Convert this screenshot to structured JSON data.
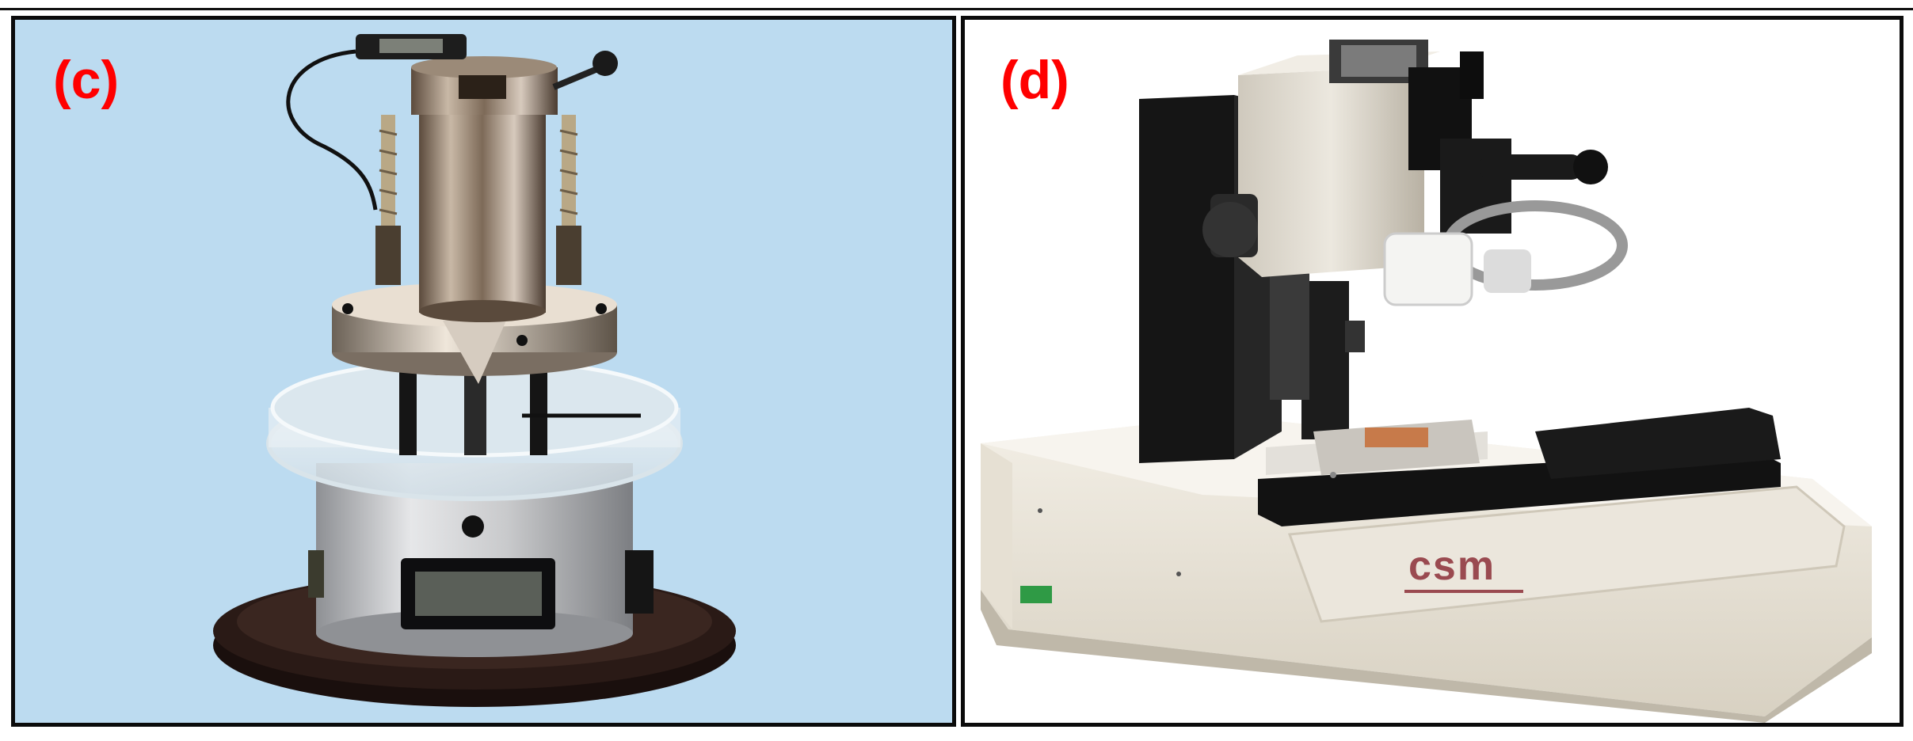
{
  "panels": [
    {
      "id": "c",
      "label": "(c)"
    },
    {
      "id": "d",
      "label": "(d)",
      "logo_text": "csm"
    }
  ],
  "colors": {
    "label": "#ff0000",
    "panel_c_background": "#bcdbf0",
    "panel_d_background": "#ffffff",
    "border": "#0b0b0b",
    "logo": "#9a4a50"
  }
}
